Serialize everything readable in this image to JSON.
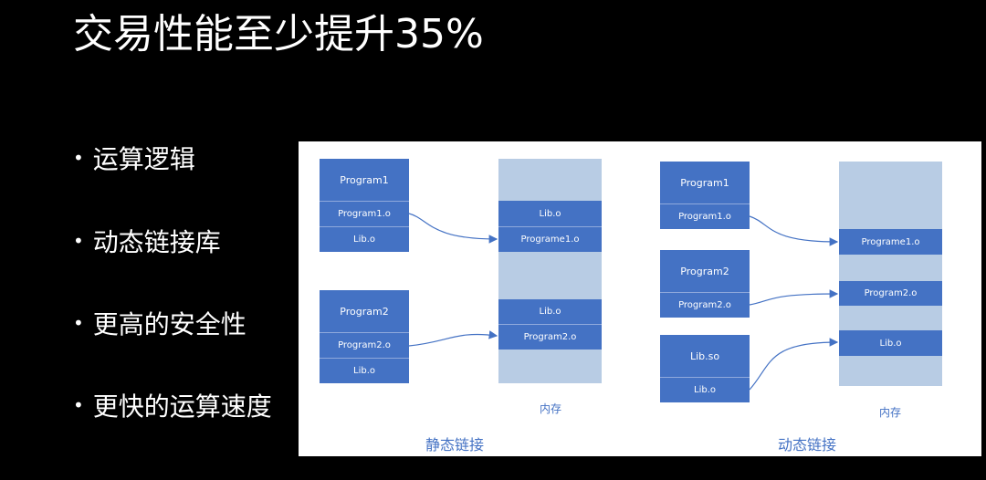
{
  "title": "交易性能至少提升35%",
  "bullets": [
    "运算逻辑",
    "动态链接库",
    "更高的安全性",
    "更快的运算速度"
  ],
  "static": {
    "program1": {
      "name": "Program1",
      "obj": "Program1.o",
      "lib": "Lib.o"
    },
    "program2": {
      "name": "Program2",
      "obj": "Program2.o",
      "lib": "Lib.o"
    },
    "memory": [
      "Lib.o",
      "Programe1.o",
      "Lib.o",
      "Program2.o"
    ],
    "memory_label": "内存",
    "caption": "静态链接"
  },
  "dynamic": {
    "program1": {
      "name": "Program1",
      "obj": "Program1.o"
    },
    "program2": {
      "name": "Program2",
      "obj": "Program2.o"
    },
    "libso": {
      "name": "Lib.so",
      "obj": "Lib.o"
    },
    "memory": [
      "Programe1.o",
      "Program2.o",
      "Lib.o"
    ],
    "memory_label": "内存",
    "caption": "动态链接"
  }
}
